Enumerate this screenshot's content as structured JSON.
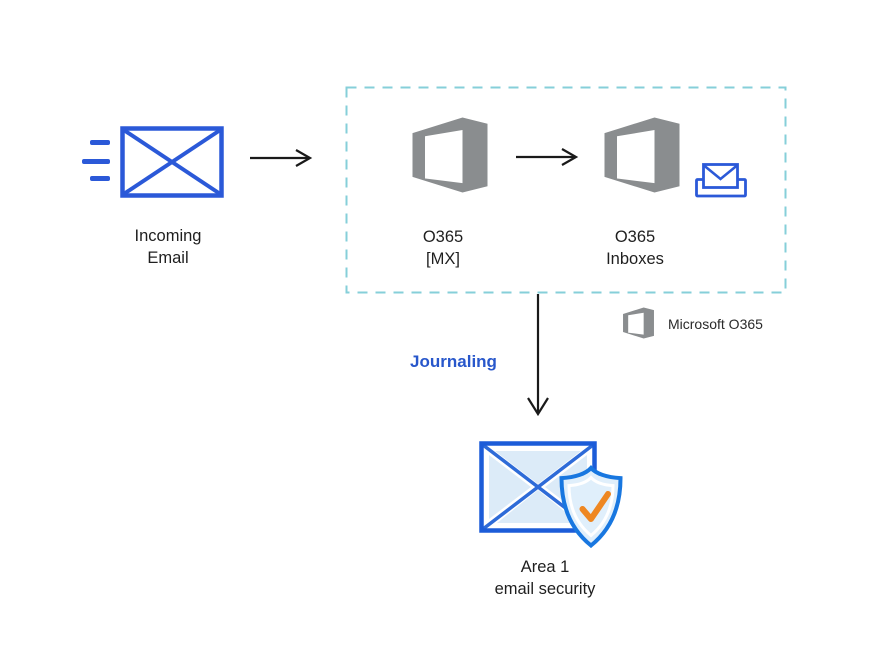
{
  "diagram": {
    "incoming_email": {
      "line1": "Incoming",
      "line2": "Email"
    },
    "o365_mx": {
      "line1": "O365",
      "line2": "[MX]"
    },
    "o365_inboxes": {
      "line1": "O365",
      "line2": "Inboxes"
    },
    "area1": {
      "line1": "Area 1",
      "line2": "email security"
    },
    "journaling": "Journaling",
    "legend": "Microsoft O365"
  },
  "icons": {
    "incoming_email": "envelope-icon-with-motion-lines",
    "o365": "microsoft-office365-logo-icon",
    "o365_inboxes_extra": "envelope-in-inbox-tray-icon",
    "area1": "envelope-with-shield-checkmark-icon",
    "flow_arrows": "thin-open-arrow-icons",
    "boundary": "dashed-teal-rectangle"
  },
  "colors": {
    "royal_blue": "#2B59D8",
    "teal_dash": "#86CFD9",
    "office_gray": "#8A8D8F",
    "arrow_black": "#1A1A1A",
    "label_black": "#1F1F1F",
    "journaling_blue": "#2857CB",
    "area_border_blue": "#1C5CD8",
    "area_line_blue": "#2E6BD8",
    "area_fill_blue": "#DCEBF8",
    "shield_border_blue": "#1877E0",
    "shield_fill_blue": "#E0EFFB",
    "check_orange": "#EE8722"
  }
}
